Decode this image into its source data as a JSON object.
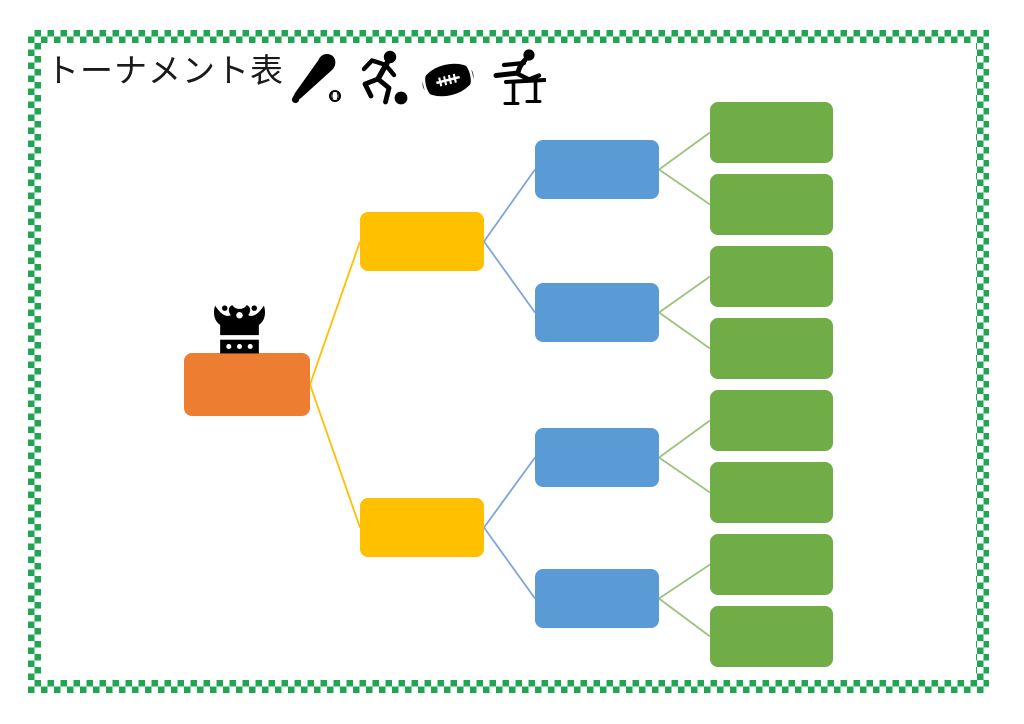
{
  "page": {
    "title": "トーナメント表",
    "background": "#ffffff"
  },
  "border": {
    "style": "checkerboard",
    "color": "#21a453",
    "secondary_color": "#ffffff"
  },
  "icons": [
    {
      "name": "baseball-bat-and-ball-icon",
      "sport": "baseball"
    },
    {
      "name": "soccer-player-icon",
      "sport": "soccer"
    },
    {
      "name": "american-football-icon",
      "sport": "football"
    },
    {
      "name": "hurdler-icon",
      "sport": "track-hurdles"
    }
  ],
  "crown": {
    "name": "crown-icon",
    "color": "#000000"
  },
  "colors": {
    "champion": "#ED7D31",
    "semifinal": "#FFC000",
    "quarterfinal": "#5B9BD5",
    "entry": "#70AD47",
    "line_semifinal": "#FFC000",
    "line_quarterfinal": "#7EA6D8",
    "line_entry": "#9CC27F"
  },
  "bracket": {
    "rounds": 4,
    "champion": {
      "label": ""
    },
    "semifinals": [
      {
        "label": ""
      },
      {
        "label": ""
      }
    ],
    "quarterfinals": [
      {
        "label": ""
      },
      {
        "label": ""
      },
      {
        "label": ""
      },
      {
        "label": ""
      }
    ],
    "entries": [
      {
        "label": ""
      },
      {
        "label": ""
      },
      {
        "label": ""
      },
      {
        "label": ""
      },
      {
        "label": ""
      },
      {
        "label": ""
      },
      {
        "label": ""
      },
      {
        "label": ""
      }
    ]
  }
}
